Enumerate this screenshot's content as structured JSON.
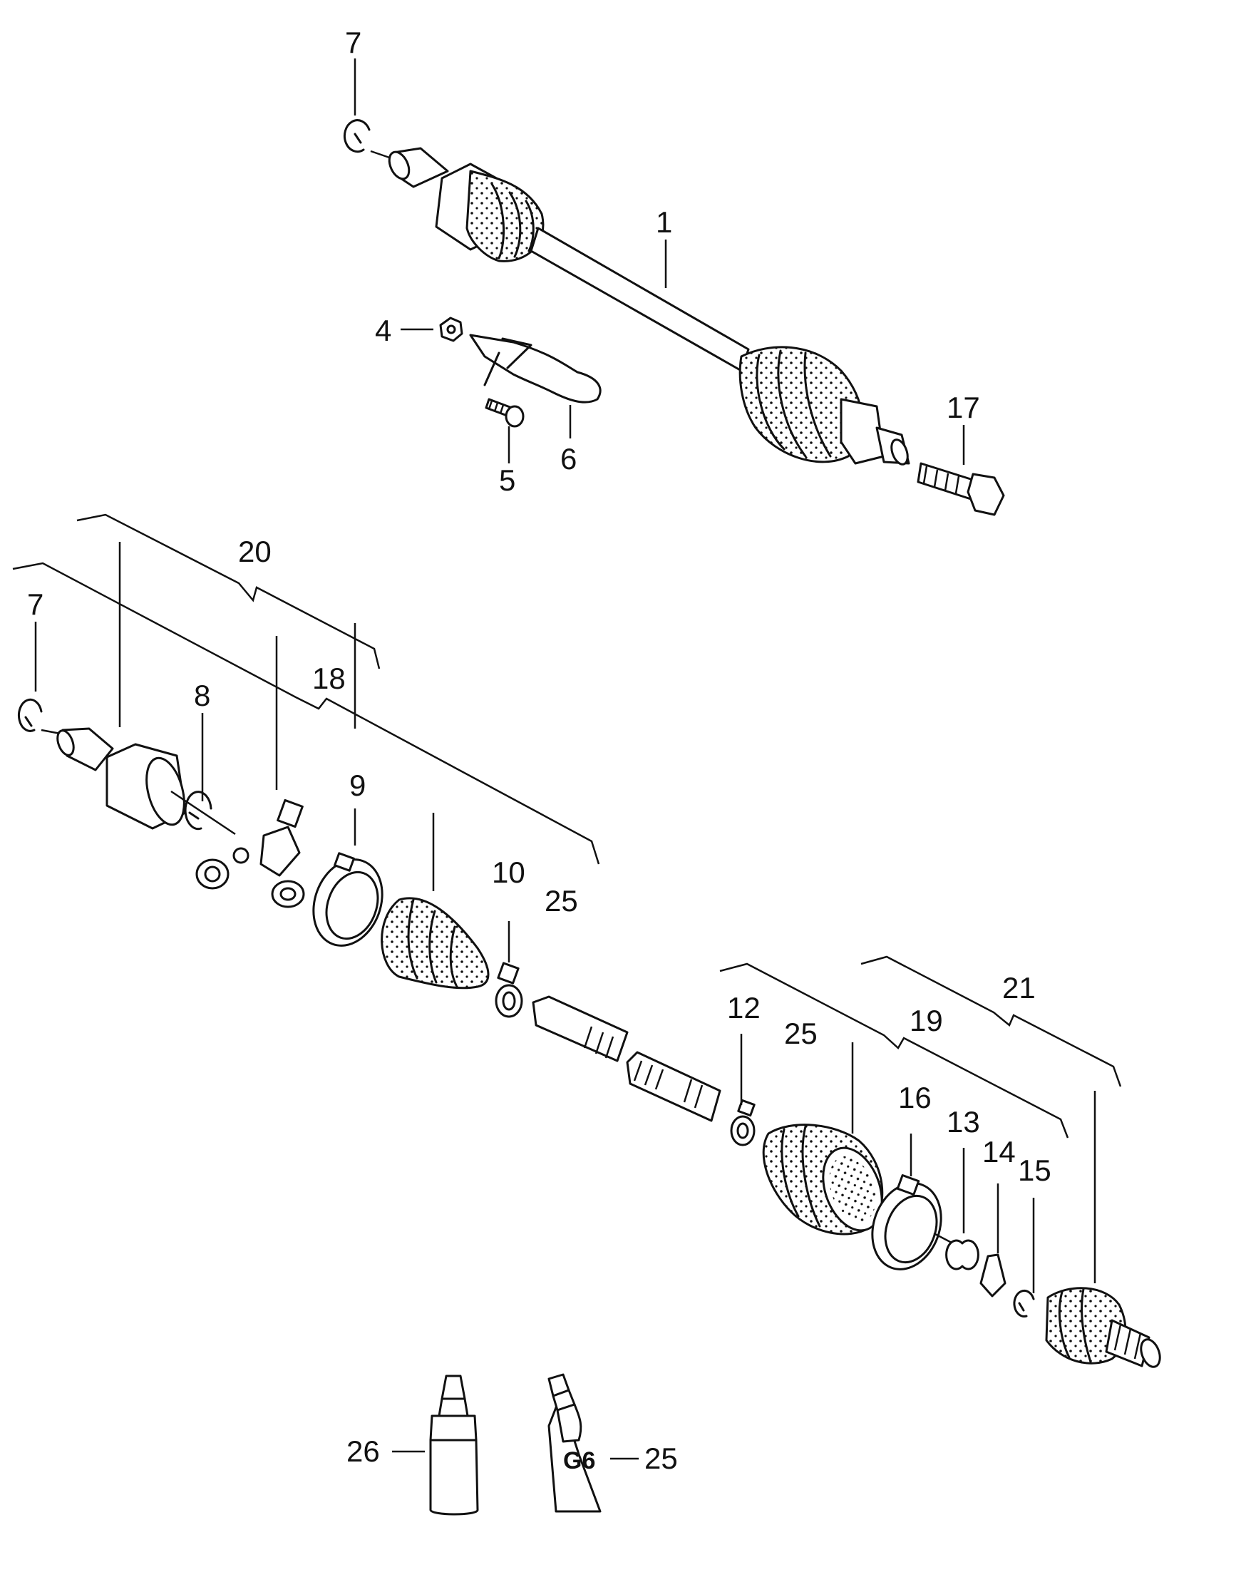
{
  "labels": {
    "l1": "1",
    "l4": "4",
    "l5": "5",
    "l6": "6",
    "l7a": "7",
    "l17": "17",
    "l20": "20",
    "l7b": "7",
    "l18": "18",
    "l8": "8",
    "l9": "9",
    "l10": "10",
    "l25a": "25",
    "l12": "12",
    "l25b": "25",
    "l19": "19",
    "l21": "21",
    "l16": "16",
    "l13": "13",
    "l14": "14",
    "l15": "15",
    "l26": "26",
    "l25c": "25"
  },
  "tube_text": "G6"
}
